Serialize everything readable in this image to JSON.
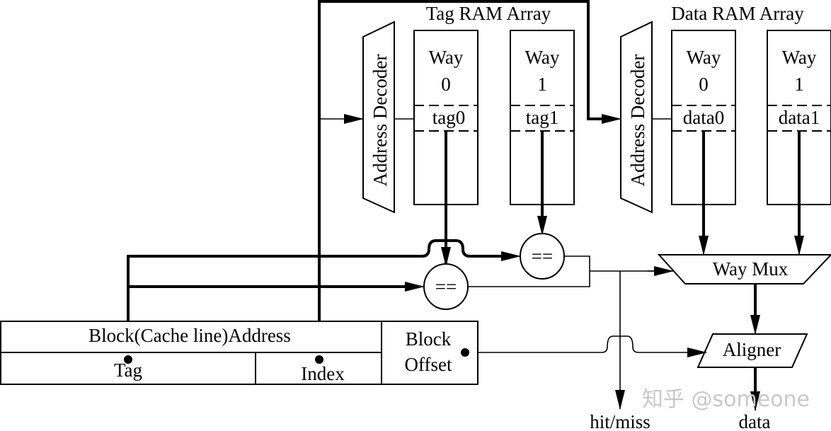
{
  "diagram": {
    "tag_ram": {
      "title": "Tag RAM Array",
      "decoder_label": "Address Decoder",
      "ways": [
        {
          "line1": "Way",
          "line2": "0",
          "entry": "tag0"
        },
        {
          "line1": "Way",
          "line2": "1",
          "entry": "tag1"
        }
      ]
    },
    "data_ram": {
      "title": "Data RAM Array",
      "decoder_label": "Address Decoder",
      "ways": [
        {
          "line1": "Way",
          "line2": "0",
          "entry": "data0"
        },
        {
          "line1": "Way",
          "line2": "1",
          "entry": "data1"
        }
      ]
    },
    "comparators": [
      {
        "label": "=="
      },
      {
        "label": "=="
      }
    ],
    "way_mux": "Way Mux",
    "aligner": "Aligner",
    "address": {
      "block_address": "Block(Cache line)Address",
      "tag": "Tag",
      "index": "Index",
      "offset_line1": "Block",
      "offset_line2": "Offset"
    },
    "outputs": {
      "hit_miss": "hit/miss",
      "data": "data"
    },
    "watermark": "知乎 @someone"
  }
}
